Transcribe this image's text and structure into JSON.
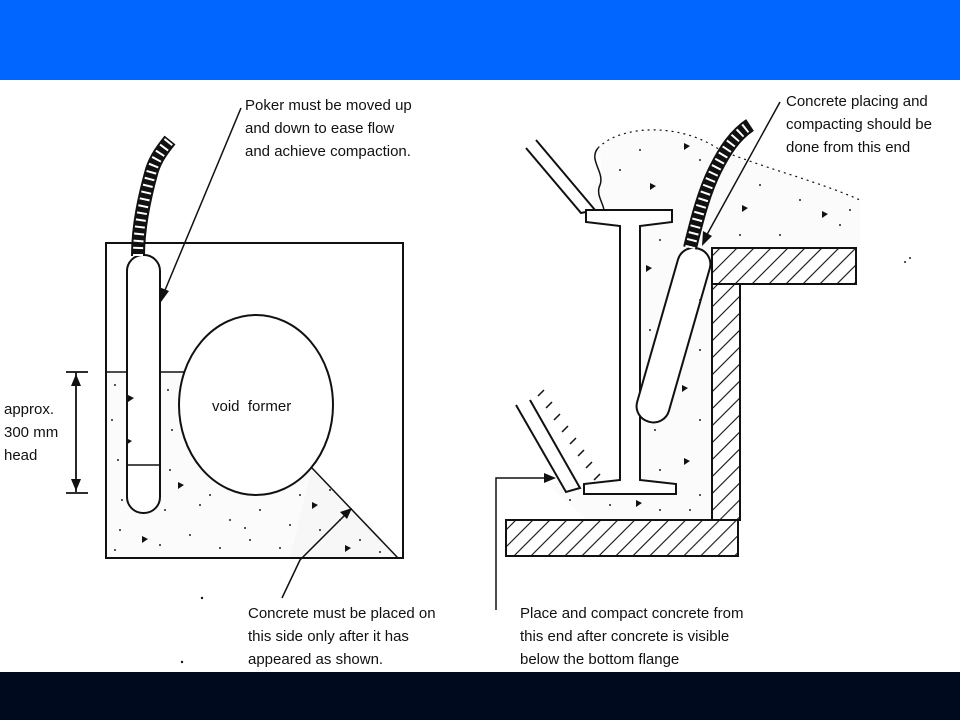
{
  "colors": {
    "top_band": "#0066ff",
    "bottom_band": "#000a1f",
    "ink": "#111111",
    "background": "#ffffff"
  },
  "labels": {
    "poker_note": "Poker must be moved up\nand down to ease flow\nand achieve compaction.",
    "void_former": "void  former",
    "head_note": "approx.\n300 mm\nhead",
    "place_side_note": "Concrete must be placed on\nthis side only after it has\nappeared as shown.",
    "placing_end_note": "Concrete placing and\ncompacting should be\ndone from this end",
    "bottom_flange_note": "Place and compact concrete from\nthis end after concrete is visible\nbelow the bottom flange"
  }
}
